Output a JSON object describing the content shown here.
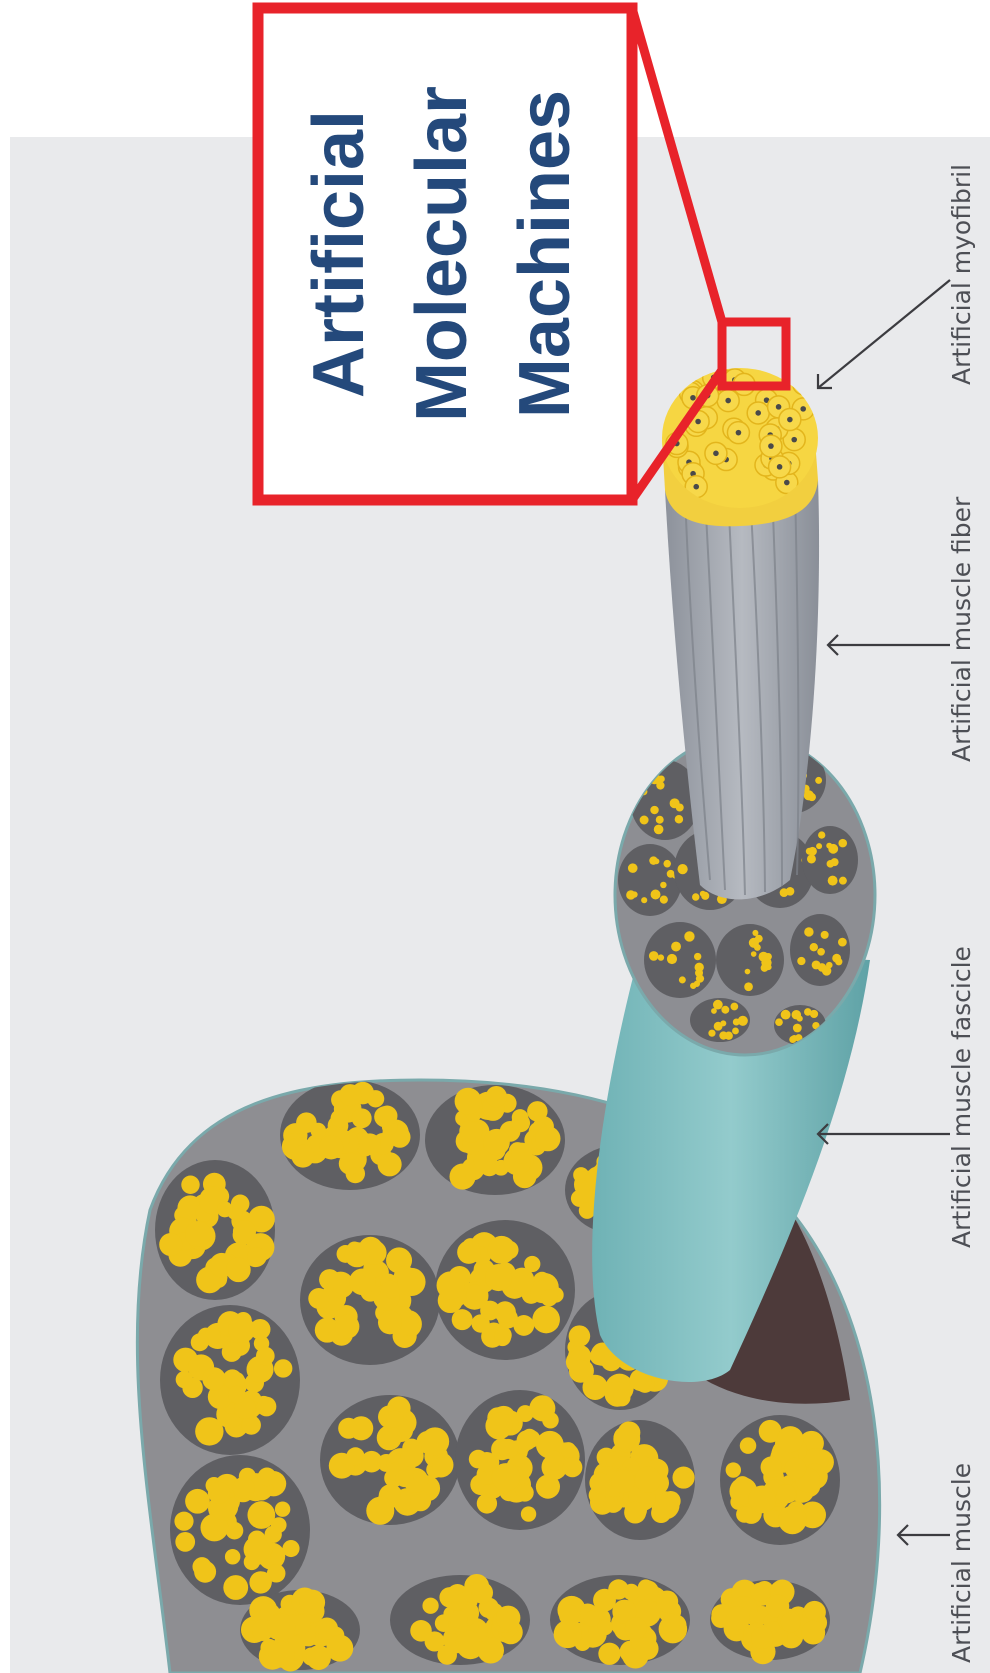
{
  "callout": {
    "title_lines": [
      "Artificial",
      "Molecular",
      "Machines"
    ],
    "border_color": "#e8232a",
    "text_color": "#24497b"
  },
  "labels": {
    "muscle": "Artificial muscle",
    "fascicle": "Artificial muscle fascicle",
    "fiber": "Artificial muscle fiber",
    "myofibril": "Artificial myofibril"
  },
  "colors": {
    "background_panel": "#e9eaec",
    "bundle_yellow": "#f0c419",
    "matrix_grey": "#8e8e92",
    "fascicle_teal": "#7fbfc1",
    "fiber_grey": "#a3a8b0"
  }
}
